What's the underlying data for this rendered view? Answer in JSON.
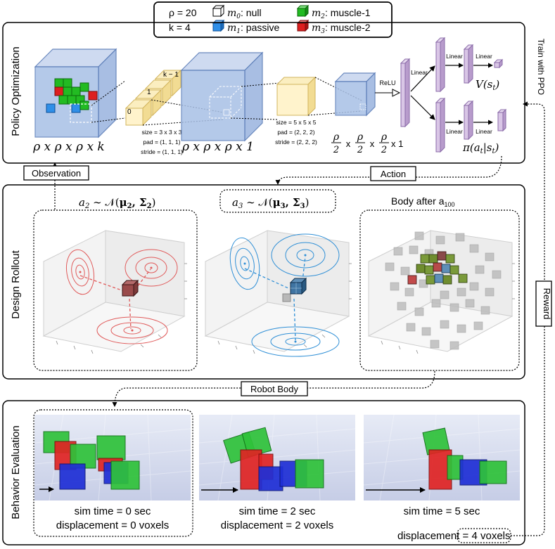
{
  "legend": {
    "rho": "ρ = 20",
    "k": "k = 4",
    "m0": ": null",
    "m1": ": passive",
    "m2": ": muscle-1",
    "m3": ": muscle-2",
    "m0_sym": "m",
    "m0_sub": "0",
    "m1_sym": "m",
    "m1_sub": "1",
    "m2_sym": "m",
    "m2_sub": "2",
    "m3_sym": "m",
    "m3_sub": "3",
    "colors": {
      "null": "#ffffff",
      "passive": "#2f8fe8",
      "muscle1": "#22bb22",
      "muscle2": "#dd1f1f"
    }
  },
  "policy": {
    "section_title": "Policy Optimization",
    "input_label": "ρ x ρ x ρ x k",
    "conv1": {
      "size": "size = 3 x 3 x 3",
      "pad": "pad = (1, 1, 1)",
      "stride": "stride = (1, 1, 1)",
      "ch0": "0",
      "ch1": "1",
      "chk": "k − 1"
    },
    "mid_label": "ρ x ρ x ρ x 1",
    "conv2": {
      "size": "size = 5 x 5 x 5",
      "pad": "pad = (2, 2, 2)",
      "stride": "stride = (2, 2, 2)"
    },
    "out_frac": "ρ",
    "out_den": "2",
    "out_sep": "x",
    "out_tail": "x 1",
    "relu": "ReLU",
    "linear": "Linear",
    "value": "V(s",
    "value_sub": "t",
    "value_end": ")",
    "pi": "π(a",
    "pi_sub": "t",
    "pi_mid": "|s",
    "pi_sub2": "t",
    "pi_end": ")",
    "side": "Train with PPO"
  },
  "connectors": {
    "observation": "Observation",
    "action": "Action",
    "robot_body": "Robot Body",
    "reward": "Reward"
  },
  "design": {
    "section_title": "Design Rollout",
    "a2": "a",
    "a2_sub": "2",
    "a2_rest": " ∼ 𝒩(",
    "a2_mu": "μ",
    "a2_mu_sub": "2",
    "a2_sig": ", Σ",
    "a2_sig_sub": "2",
    "a2_end": ")",
    "a3": "a",
    "a3_sub": "3",
    "a3_rest": " ∼ 𝒩(",
    "a3_mu": "μ",
    "a3_mu_sub": "3",
    "a3_sig": ", Σ",
    "a3_sig_sub": "3",
    "a3_end": ")",
    "body": "Body after a",
    "body_sub": "100",
    "colors": {
      "a2": "#e05a5a",
      "a3": "#2f8fd6"
    }
  },
  "behavior": {
    "section_title": "Behavior Evaluation",
    "frames": [
      {
        "time": "sim time = 0 sec",
        "disp": "displacement = 0 voxels"
      },
      {
        "time": "sim time = 2 sec",
        "disp": "displacement = 2 voxels"
      },
      {
        "time": "sim time = 5 sec",
        "disp_prefix": "displacement = ",
        "disp_boxed": "4 voxels"
      }
    ]
  }
}
